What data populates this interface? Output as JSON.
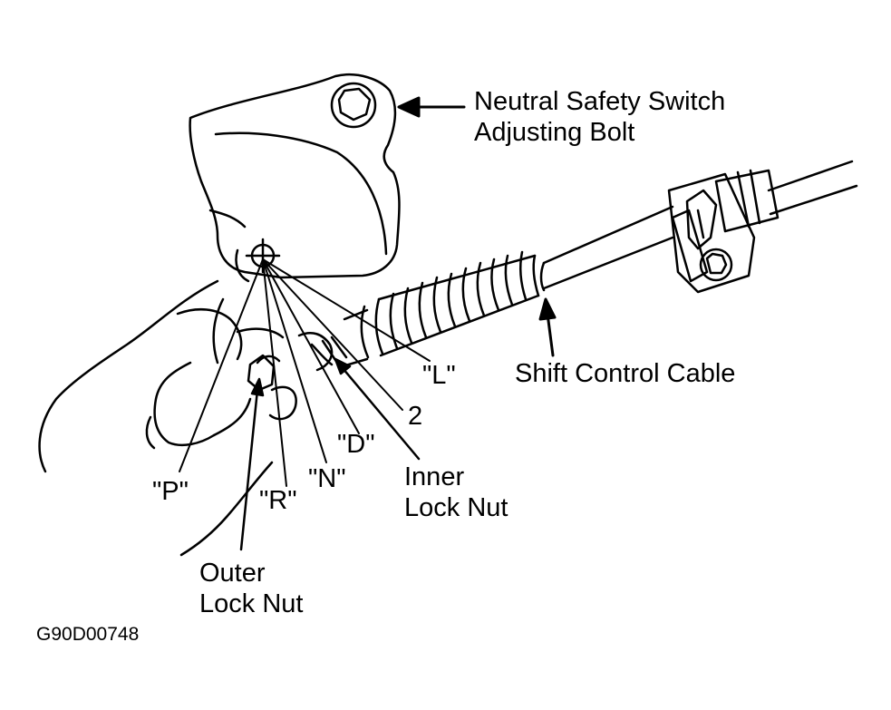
{
  "labels": {
    "adjusting_bolt_line1": "Neutral Safety Switch",
    "adjusting_bolt_line2": "Adjusting Bolt",
    "shift_cable": "Shift Control Cable",
    "pos_l": "\"L\"",
    "pos_2": "2",
    "pos_d": "\"D\"",
    "pos_n": "\"N\"",
    "pos_r": "\"R\"",
    "pos_p": "\"P\"",
    "inner_nut_line1": "Inner",
    "inner_nut_line2": "Lock Nut",
    "outer_nut_line1": "Outer",
    "outer_nut_line2": "Lock Nut"
  },
  "figure_code": "G90D00748"
}
